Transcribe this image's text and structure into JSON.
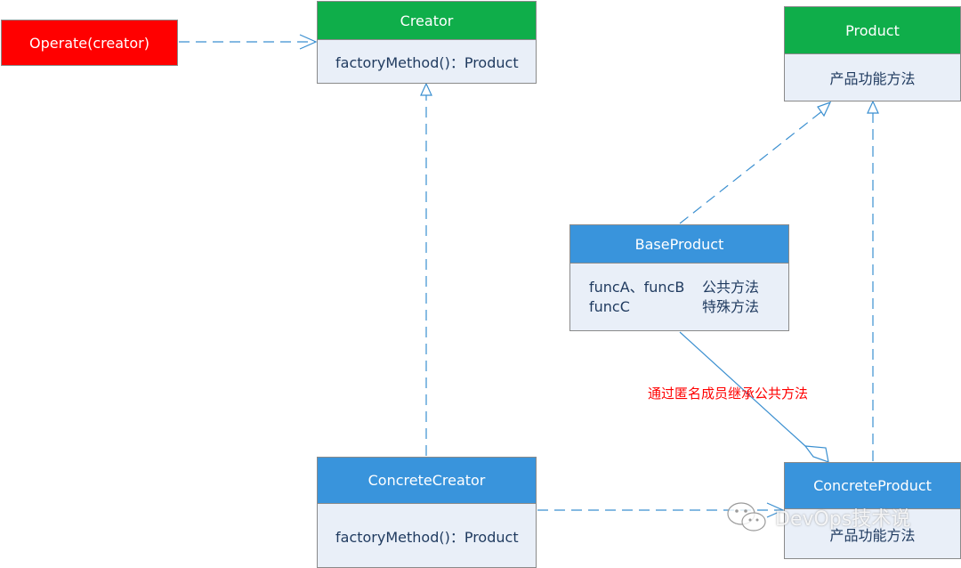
{
  "operate": {
    "label": "Operate(creator)"
  },
  "creator": {
    "title": "Creator",
    "method": "factoryMethod()：Product"
  },
  "product": {
    "title": "Product",
    "body": "产品功能方法"
  },
  "base_product": {
    "title": "BaseProduct",
    "rows": [
      {
        "funcs": "funcA、funcB",
        "desc": "公共方法"
      },
      {
        "funcs": "funcC",
        "desc": "特殊方法"
      }
    ]
  },
  "concrete_creator": {
    "title": "ConcreteCreator",
    "method": "factoryMethod()：Product"
  },
  "concrete_product": {
    "title": "ConcreteProduct",
    "body": "产品功能方法"
  },
  "annotation": "通过匿名成员继承公共方法",
  "watermark": {
    "text": "DevOps技术说",
    "icon": "wechat-icon"
  },
  "colors": {
    "operate": "#ff0000",
    "header_green": "#0fae4a",
    "header_blue": "#3994dc",
    "body_fill": "#e9eff8",
    "connector": "#3a8fd0",
    "annotation": "#ff0000"
  }
}
